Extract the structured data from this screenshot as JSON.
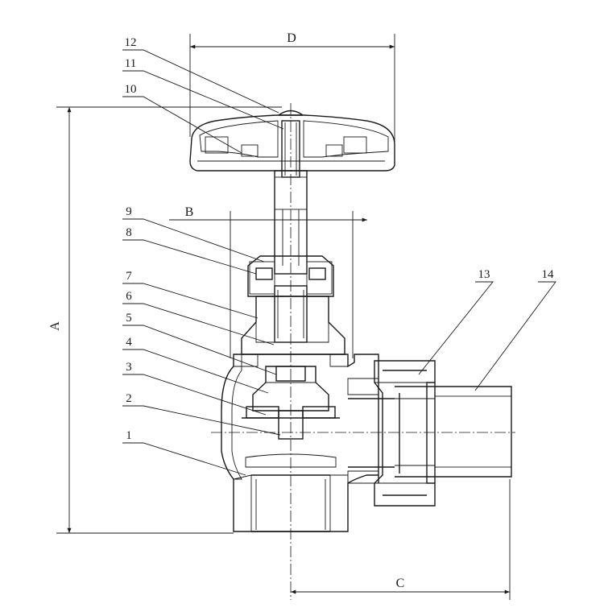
{
  "dimensions": {
    "a": "A",
    "b": "B",
    "c": "C",
    "d": "D"
  },
  "part_numbers": [
    "1",
    "2",
    "3",
    "4",
    "5",
    "6",
    "7",
    "8",
    "9",
    "10",
    "11",
    "12",
    "13",
    "14"
  ]
}
